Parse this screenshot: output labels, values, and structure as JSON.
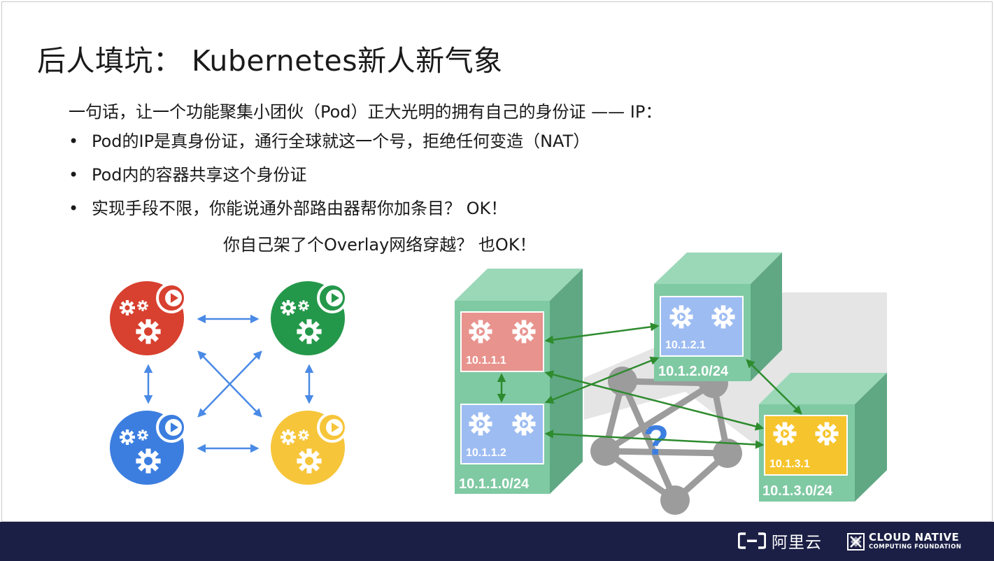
{
  "slide": {
    "title": "后人填坑： Kubernetes新人新气象",
    "intro": "一句话，让一个功能聚集小团伙（Pod）正大光明的拥有自己的身份证 —— IP：",
    "bullets": [
      {
        "marker": "•",
        "text": "Pod的IP是真身份证，通行全球就这一个号，拒绝任何变造（NAT）"
      },
      {
        "marker": "•",
        "text": "Pod内的容器共享这个身份证"
      },
      {
        "marker": "•",
        "text": "实现手段不限，你能说通外部路由器帮你加条目？ OK！"
      }
    ],
    "bullet_continuation": "你自己架了个Overlay网络穿越？ 也OK！"
  },
  "left_diagram": {
    "pods": [
      {
        "color": "#d8402f",
        "icon": "gears-play-icon"
      },
      {
        "color": "#24984a",
        "icon": "gears-play-icon"
      },
      {
        "color": "#3c7ee0",
        "icon": "gears-play-icon"
      },
      {
        "color": "#f6c53a",
        "icon": "gears-play-icon"
      }
    ],
    "arrow_color": "#4a8ae6"
  },
  "right_diagram": {
    "nodes": [
      {
        "subnet": "10.1.1.0/24",
        "pods": [
          {
            "ip": "10.1.1.1",
            "color": "#e8938e"
          },
          {
            "ip": "10.1.1.2",
            "color": "#9dbcf2"
          }
        ]
      },
      {
        "subnet": "10.1.2.0/24",
        "pods": [
          {
            "ip": "10.1.2.1",
            "color": "#9dbcf2"
          }
        ]
      },
      {
        "subnet": "10.1.3.0/24",
        "pods": [
          {
            "ip": "10.1.3.1",
            "color": "#f6c42c"
          }
        ]
      }
    ],
    "question_mark": "?",
    "node_color": "#7fc9a3",
    "arrow_color": "#2e8b2e"
  },
  "footer": {
    "brand_alibaba": "阿里云",
    "brand_cncf_line1": "CLOUD NATIVE",
    "brand_cncf_line2": "COMPUTING FOUNDATION",
    "background": "#1b1f45"
  }
}
